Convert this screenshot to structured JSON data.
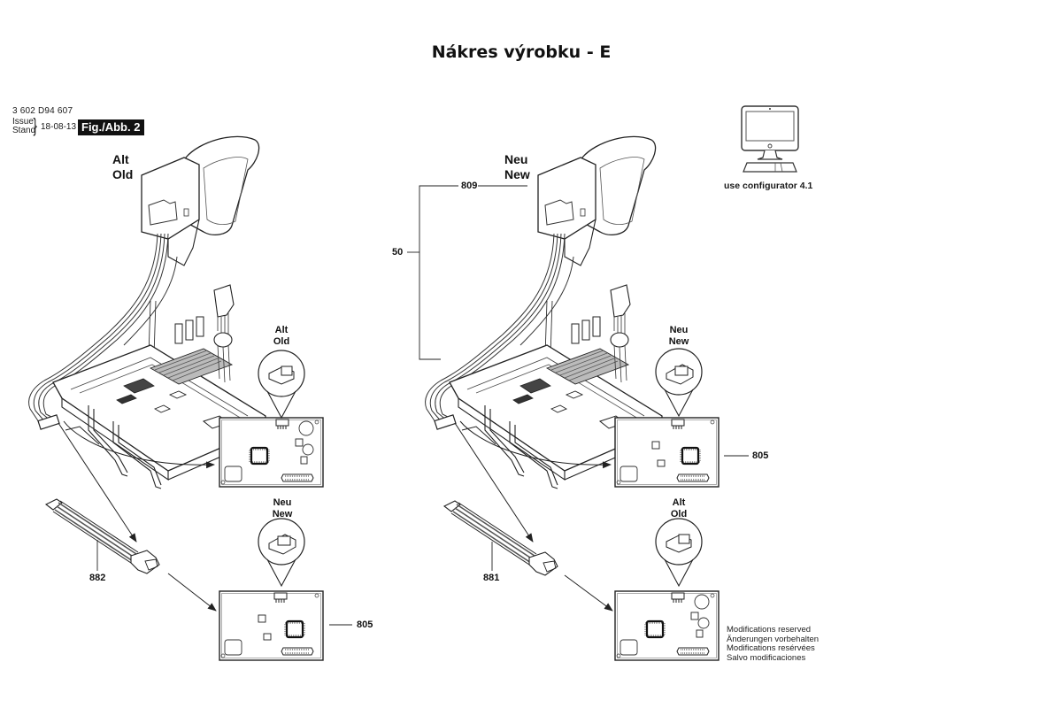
{
  "page": {
    "title": "Nákres výrobku - E"
  },
  "header_block": {
    "document_number": "3 602 D94 607",
    "issue_label": "Issue",
    "stand_label": "Stand",
    "date": "18-08-13",
    "figure_badge": "Fig./Abb. 2"
  },
  "configurator": {
    "icon": "computer-monitor-icon",
    "label": "use configurator 4.1"
  },
  "left_assembly": {
    "label_line1": "Alt",
    "label_line2": "Old",
    "top_pcb": {
      "label_line1": "Alt",
      "label_line2": "Old"
    },
    "bottom_pcb": {
      "label_line1": "Neu",
      "label_line2": "New",
      "part_number": "805"
    },
    "cable_part_number": "882"
  },
  "right_assembly": {
    "label_line1": "Neu",
    "label_line2": "New",
    "bracket_part_number": "50",
    "switch_part_number": "809",
    "top_pcb": {
      "label_line1": "Neu",
      "label_line2": "New",
      "part_number": "805"
    },
    "bottom_pcb": {
      "label_line1": "Alt",
      "label_line2": "Old"
    },
    "cable_part_number": "881"
  },
  "footer": {
    "modifications": [
      "Modifications reserved",
      "Änderungen vorbehalten",
      "Modifications resérvées",
      "Salvo modificaciones"
    ]
  }
}
